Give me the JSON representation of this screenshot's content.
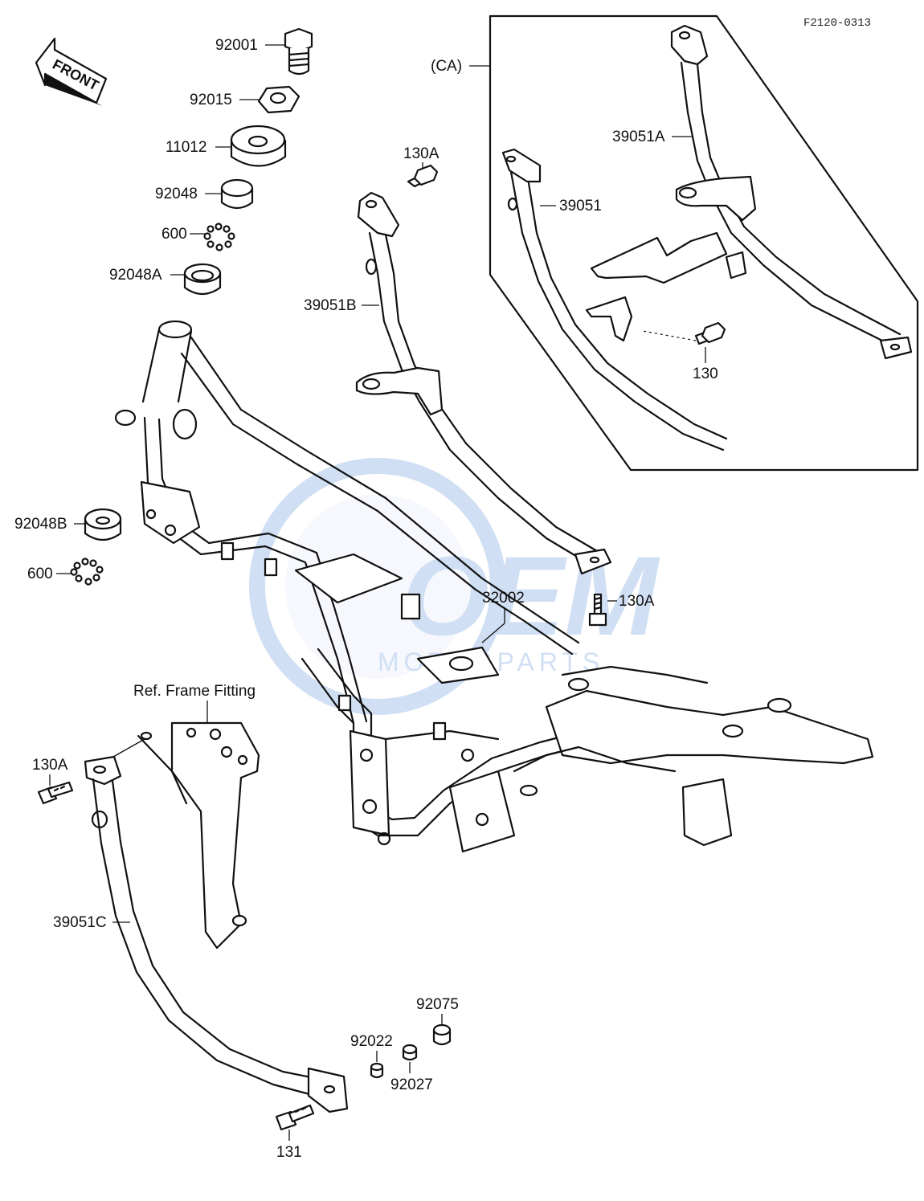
{
  "diagram_code": "F2120-0313",
  "front_arrow_label": "FRONT",
  "ca_group_label": "(CA)",
  "ref_note": "Ref. Frame Fitting",
  "watermark": {
    "main": "OEM",
    "sub": "MOTORPARTS",
    "color": "#5a8fd6"
  },
  "part_labels": {
    "p92001": "92001",
    "p92015": "92015",
    "p11012": "11012",
    "p92048": "92048",
    "p600_top": "600",
    "p92048A": "92048A",
    "p130A_top": "130A",
    "p39051B": "39051B",
    "p39051": "39051",
    "p39051A": "39051A",
    "p130": "130",
    "p92048B": "92048B",
    "p600_mid": "600",
    "p32002": "32002",
    "p130A_right": "130A",
    "p130A_left": "130A",
    "p39051C": "39051C",
    "p92075": "92075",
    "p92022": "92022",
    "p92027": "92027",
    "p131": "131"
  }
}
